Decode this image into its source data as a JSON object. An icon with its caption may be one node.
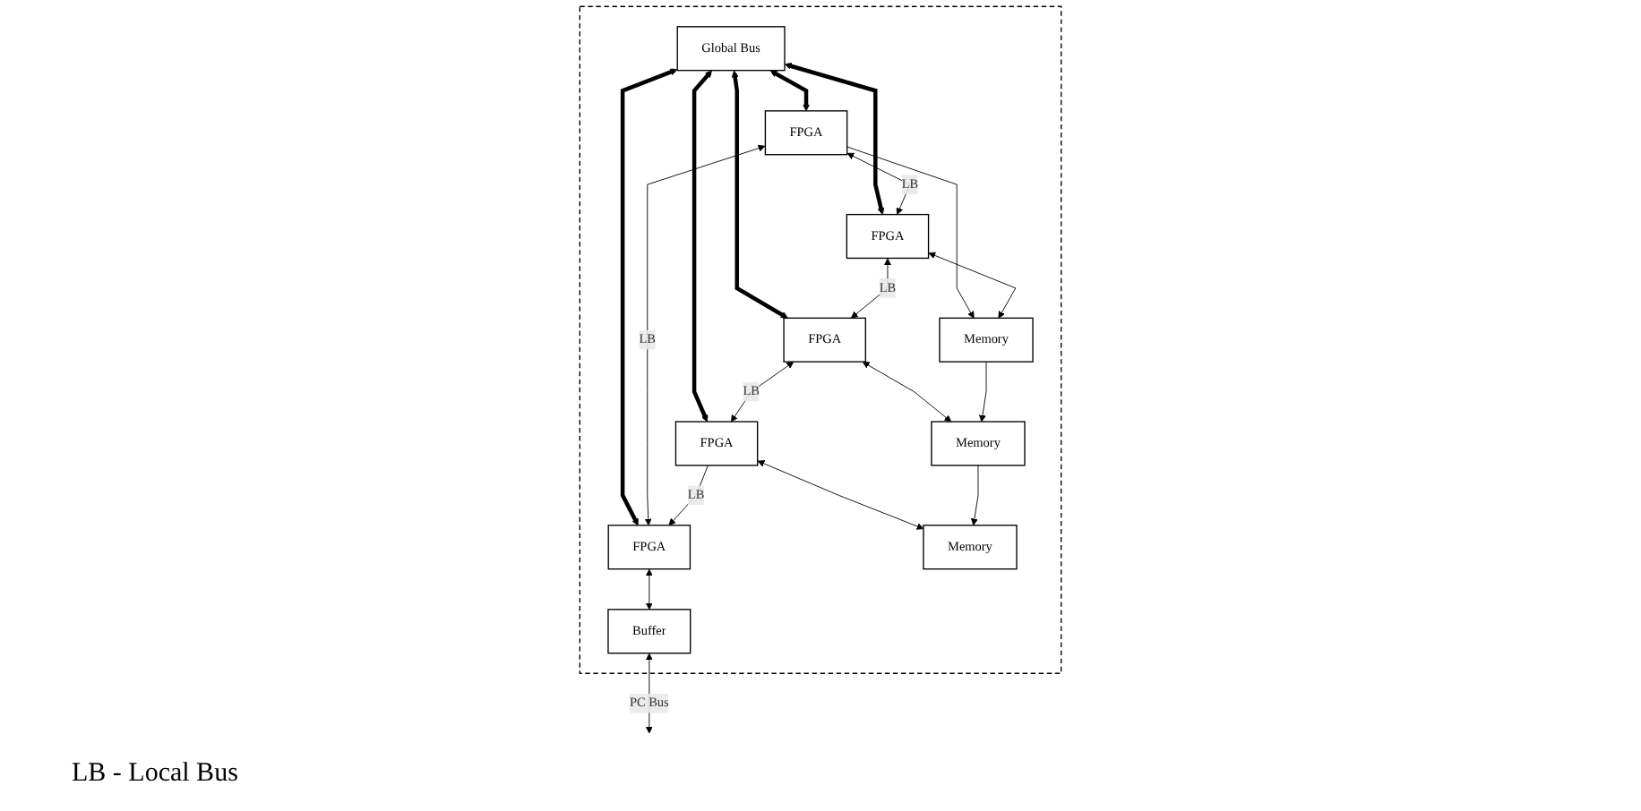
{
  "diagram": {
    "nodes": [
      {
        "text": [],
        "shape": "box"
      },
      {
        "text": [
          "Global Bus"
        ],
        "in": 0
      },
      {
        "text": [
          "FPGA"
        ],
        "in": 0
      },
      {
        "text": [
          "FPGA"
        ],
        "in": 0
      },
      {
        "text": [
          "FPGA"
        ],
        "in": 0
      },
      {
        "text": [
          "FPGA"
        ],
        "in": 0
      },
      {
        "text": [
          "FPGA"
        ],
        "in": 0
      },
      {
        "text": [
          "Memory"
        ],
        "in": 0
      },
      {
        "text": [
          "Memory"
        ],
        "in": 0
      },
      {
        "text": [
          "Memory"
        ],
        "in": 0
      },
      {
        "text": [
          "Buffer"
        ],
        "in": 0
      }
    ],
    "edges": [
      {
        "from": 1,
        "to": 2,
        "arrow": "both",
        "style": "thick"
      },
      {
        "from": 1,
        "to": 3,
        "arrow": "both",
        "style": "thick"
      },
      {
        "from": 1,
        "to": 4,
        "arrow": "both",
        "style": "thick"
      },
      {
        "from": 1,
        "to": 5,
        "arrow": "both",
        "style": "thick"
      },
      {
        "from": 1,
        "to": 6,
        "arrow": "both",
        "style": "thick"
      },
      {
        "from": 2,
        "to": 6,
        "arrow": "both",
        "label": "LB"
      },
      {
        "from": 2,
        "to": 3,
        "arrow": "both",
        "label": "LB"
      },
      {
        "from": 3,
        "to": 4,
        "arrow": "both",
        "label": "LB"
      },
      {
        "from": 4,
        "to": 5,
        "arrow": "both",
        "label": "LB"
      },
      {
        "from": 5,
        "to": 6,
        "arrow": "to",
        "label": "LB"
      },
      {
        "from": 2,
        "to": 7,
        "arrow": "to"
      },
      {
        "from": 3,
        "to": 7,
        "arrow": "both"
      },
      {
        "from": 4,
        "to": 8,
        "arrow": "both"
      },
      {
        "from": 5,
        "to": 9,
        "arrow": "both"
      },
      {
        "from": 7,
        "to": 8,
        "arrow": "to"
      },
      {
        "from": 8,
        "to": 9,
        "arrow": "to"
      },
      {
        "from": 6,
        "to": 10,
        "arrow": "both"
      },
      {
        "from": 10,
        "to": null,
        "arrow": "both",
        "label": "PC Bus"
      }
    ],
    "labels": [
      "LB - Local Bus"
    ]
  }
}
